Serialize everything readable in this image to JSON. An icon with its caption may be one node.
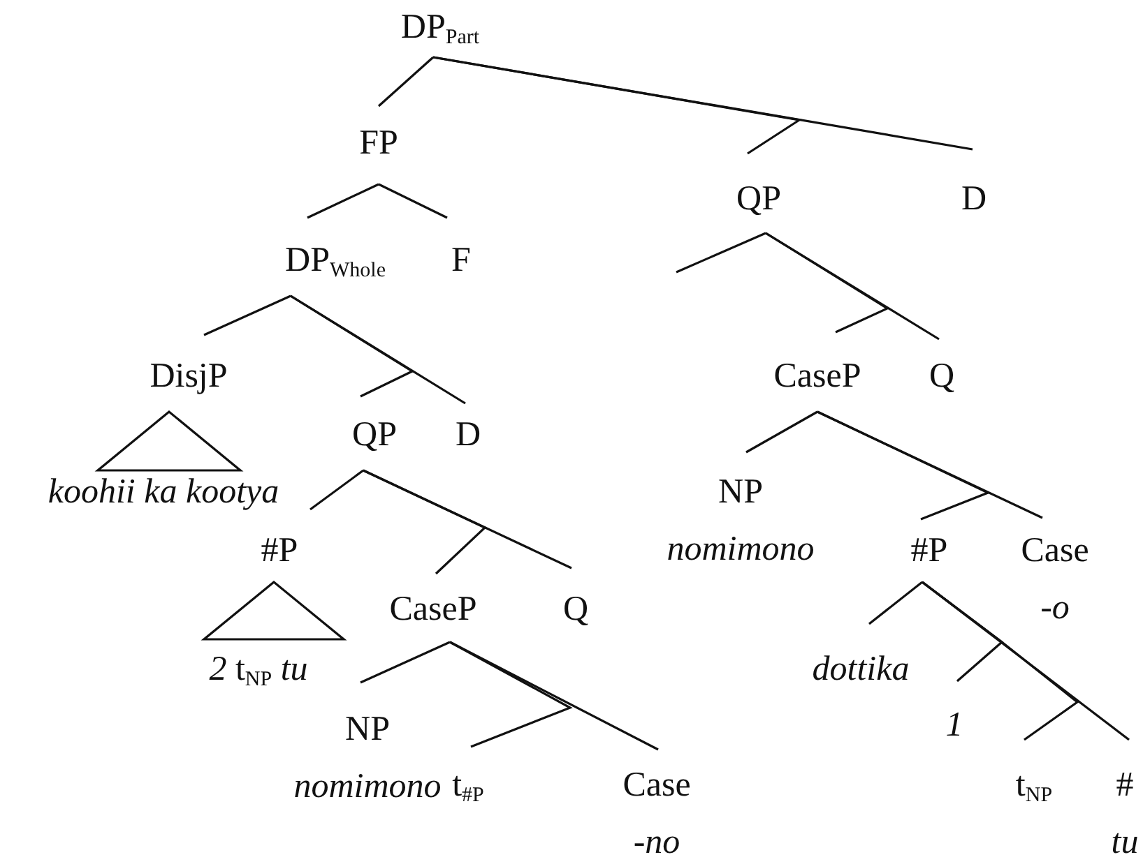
{
  "diagram": {
    "nodes": [
      {
        "text": [
          "DP$_{Part}$"
        ]
      },
      {
        "text": [
          "FP"
        ]
      },
      {
        "text": [
          "QP"
        ]
      },
      {
        "text": [
          "D"
        ]
      },
      {
        "text": [
          "DP$_{Whole}$"
        ]
      },
      {
        "text": [
          "F"
        ]
      },
      {
        "text": [
          "DisjP"
        ]
      },
      {
        "text": [
          "QP"
        ]
      },
      {
        "text": [
          "D"
        ]
      },
      {
        "text": [
          "CaseP"
        ]
      },
      {
        "text": [
          "Q"
        ]
      },
      {
        "text": [
          "koohii ka kootya"
        ]
      },
      {
        "text": [
          "#P"
        ]
      },
      {
        "text": [
          "CaseP"
        ]
      },
      {
        "text": [
          "Q"
        ]
      },
      {
        "text": [
          "NP",
          "nomimono"
        ]
      },
      {
        "text": [
          "#P"
        ]
      },
      {
        "text": [
          "Case",
          "-o"
        ]
      },
      {
        "text": [
          "*2* t$_{NP}$ *tu*"
        ]
      },
      {
        "text": [
          "NP",
          "nomimono"
        ]
      },
      {
        "text": [
          "dottika"
        ]
      },
      {
        "text": [
          "1"
        ]
      },
      {
        "text": [
          "t$_{#P}$"
        ]
      },
      {
        "text": [
          "Case",
          "-no"
        ]
      },
      {
        "text": [
          "t$_{NP}$"
        ]
      },
      {
        "text": [
          "#",
          "tu"
        ]
      }
    ],
    "edges": [
      {
        "from": 0,
        "to": 1,
        "arrow": "none"
      },
      {
        "from": 0,
        "to": 2,
        "arrow": "none"
      },
      {
        "from": 0,
        "to": 3,
        "arrow": "none"
      },
      {
        "from": 1,
        "to": 4,
        "arrow": "none"
      },
      {
        "from": 1,
        "to": 5,
        "arrow": "none"
      },
      {
        "from": 4,
        "to": 6,
        "arrow": "none"
      },
      {
        "from": 4,
        "to": 7,
        "arrow": "none"
      },
      {
        "from": 4,
        "to": 8,
        "arrow": "none"
      },
      {
        "from": 2,
        "to": null,
        "arrow": "none"
      },
      {
        "from": 2,
        "to": 9,
        "arrow": "none"
      },
      {
        "from": 2,
        "to": 10,
        "arrow": "none"
      },
      {
        "from": 6,
        "to": 11,
        "arrow": "none"
      },
      {
        "from": 7,
        "to": 12,
        "arrow": "none"
      },
      {
        "from": 7,
        "to": 13,
        "arrow": "none"
      },
      {
        "from": 7,
        "to": 14,
        "arrow": "none"
      },
      {
        "from": 9,
        "to": 15,
        "arrow": "none"
      },
      {
        "from": 9,
        "to": 16,
        "arrow": "none"
      },
      {
        "from": 9,
        "to": 17,
        "arrow": "none"
      },
      {
        "from": 12,
        "to": 18,
        "arrow": "none"
      },
      {
        "from": 13,
        "to": 19,
        "arrow": "none"
      },
      {
        "from": 13,
        "to": 22,
        "arrow": "none"
      },
      {
        "from": 13,
        "to": 23,
        "arrow": "none"
      },
      {
        "from": 16,
        "to": 20,
        "arrow": "none"
      },
      {
        "from": 16,
        "to": 21,
        "arrow": "none"
      },
      {
        "from": 16,
        "to": 24,
        "arrow": "none"
      },
      {
        "from": 16,
        "to": 25,
        "arrow": "none"
      }
    ]
  }
}
